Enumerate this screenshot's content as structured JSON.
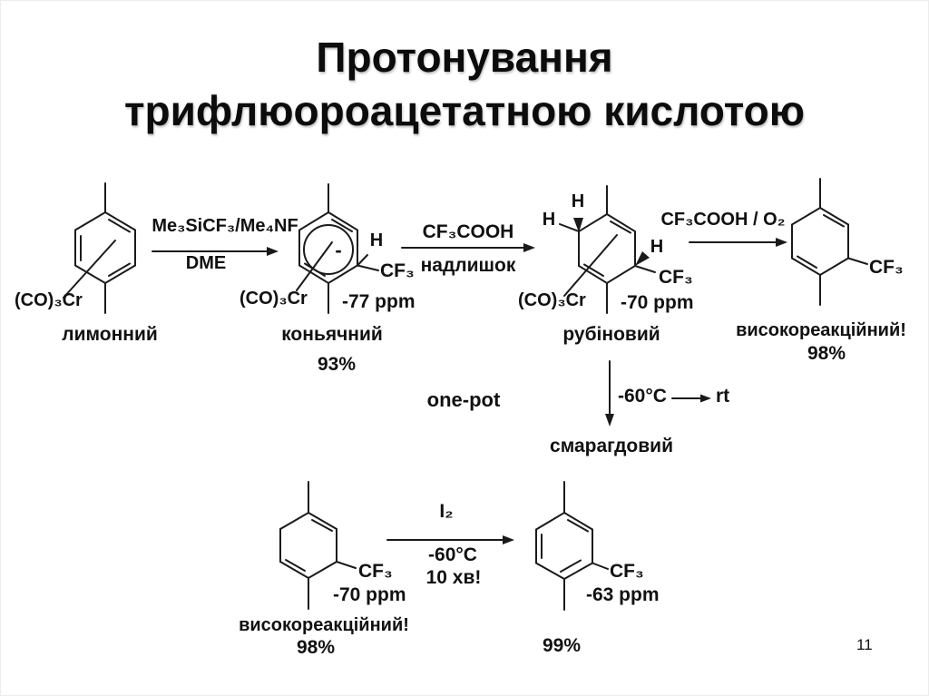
{
  "slide": {
    "title_line1": "Протонування",
    "title_line2": "трифлюороацетатною кислотою",
    "page_number": "11"
  },
  "colors": {
    "background": "#ffffff",
    "text": "#111111",
    "line": "#1a1a1a"
  },
  "arrows": {
    "a1": {
      "top": "Me₃SiCF₃/Me₄NF",
      "bottom": "DME"
    },
    "a2": {
      "top": "CF₃COOH",
      "bottom": "надлишок"
    },
    "a3": {
      "top": "CF₃COOH / O₂"
    },
    "down": {
      "temp": "-60°C",
      "to": "rt"
    },
    "a4": {
      "top": "I₂",
      "temp": "-60°C",
      "time": "10 хв!"
    }
  },
  "one_pot": "one-pot",
  "structures": {
    "s1": {
      "cr_label": "(CO)₃Cr",
      "name": "лимонний"
    },
    "s2": {
      "cr_label": "(CO)₃Cr",
      "charge": "-",
      "h": "H",
      "cf3": "CF₃",
      "shift": "-77 ppm",
      "name": "коньячний",
      "yield": "93%"
    },
    "s3": {
      "cr_label": "(CO)₃Cr",
      "h_top": "H",
      "h_left": "H",
      "h_right": "H",
      "cf3": "CF₃",
      "shift": "-70 ppm",
      "name": "рубіновий"
    },
    "s4": {
      "cf3": "CF₃",
      "name": "високореакційний!",
      "yield": "98%"
    },
    "intermediate_name": "смарагдовий",
    "s5": {
      "cf3": "CF₃",
      "shift": "-70 ppm",
      "name": "високореакційний!",
      "yield": "98%"
    },
    "s6": {
      "cf3": "CF₃",
      "shift": "-63 ppm",
      "yield": "99%"
    }
  }
}
